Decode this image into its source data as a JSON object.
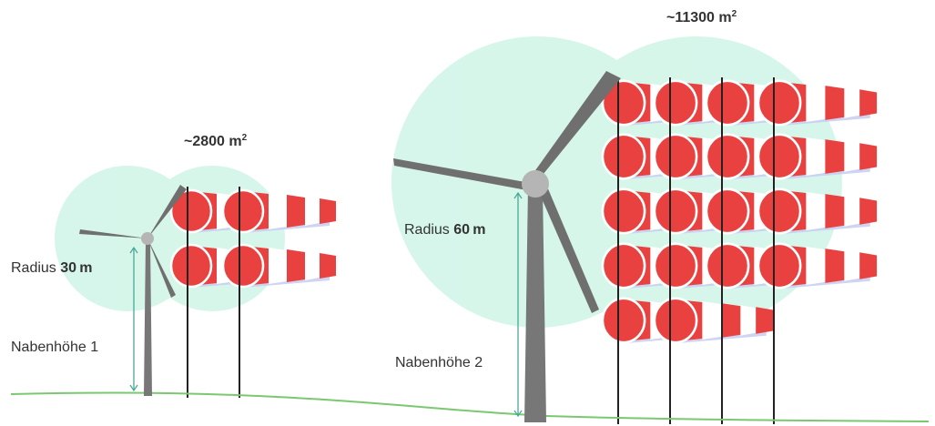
{
  "turbines": [
    {
      "radius_label": "Radius",
      "radius_value": "30",
      "radius_unit": "m",
      "hub_label": "Nabenhöhe 1",
      "area_prefix": "~",
      "area_value": "2800",
      "area_unit": "m",
      "area_exp": "2"
    },
    {
      "radius_label": "Radius",
      "radius_value": "60",
      "radius_unit": "m",
      "hub_label": "Nabenhöhe 2",
      "area_prefix": "~",
      "area_value": "11300",
      "area_unit": "m",
      "area_exp": "2"
    }
  ],
  "colors": {
    "rotor_area": "#c9f3e4",
    "tower": "#777777",
    "hub": "#b5b5b5",
    "windsock_red": "#e8413f",
    "windsock_white": "#ffffff",
    "ground": "#7ac86f",
    "measure": "#4aa89a"
  },
  "icons": [
    "wind-turbine-icon",
    "windsock-icon"
  ]
}
